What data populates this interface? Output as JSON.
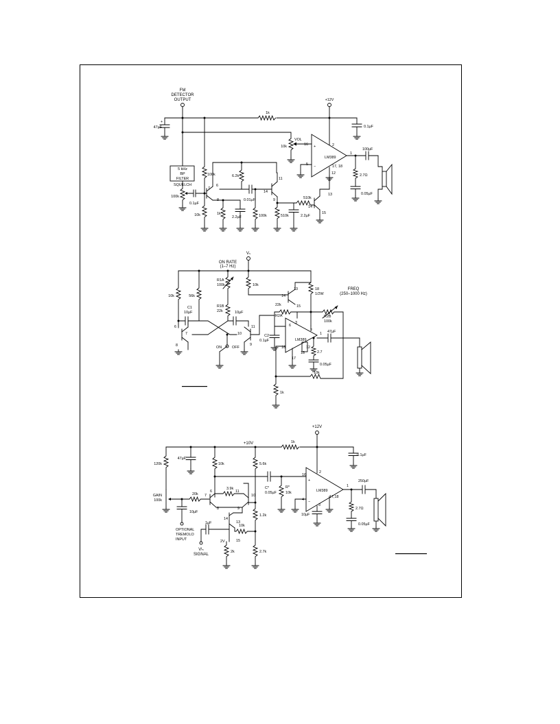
{
  "circuit1": {
    "title_lines": [
      "FM",
      "DETECTOR",
      "OUTPUT"
    ],
    "supply": "+12V",
    "r_feed": "1k",
    "c_in": "47µF",
    "c_supply": "0.1µF",
    "vol_label": "VOL",
    "vol_value": "10k",
    "pin16": "16",
    "pin2": "2",
    "pin1": "1",
    "pin5": "5",
    "pin12": "12",
    "pin13": "13",
    "pin15": "15",
    "chip": "LM389",
    "pins_1718": "17, 18",
    "c_out": "100µF",
    "r_out": "2.7Ω",
    "c_snubber": "0.05µF",
    "filter_lines": [
      "5 kHz",
      "BP",
      "FILTER"
    ],
    "squelch": "SQUELCH",
    "r_squelch": "100k",
    "r_bias": "100k",
    "c_couple": "0.1µF",
    "r_e": "6.2k",
    "pin6": "6",
    "pin7": "7",
    "pin8": "8",
    "pin9": "9",
    "pin11": "11",
    "pin14": "14",
    "c_pump": "0.01µF",
    "r_low": "10k",
    "r_1k": "1k",
    "c_22a": "2.2µF",
    "r_100k_b": "100k",
    "r_510k_a": "510k",
    "r_510k_b": "510k",
    "c_22b": "2.2µF",
    "plus": "+",
    "minus": "−"
  },
  "circuit2": {
    "supply": "Vₛ",
    "rate_lines": [
      "ON RATE",
      "(1–7 Hz)"
    ],
    "r1a_lines": [
      "R1A",
      "100k"
    ],
    "r1b_lines": [
      "R1B",
      "22k"
    ],
    "r_10k_a": "10k",
    "r_56k": "56k",
    "r_10k_b": "10k",
    "r_18": [
      "18",
      "1/2W"
    ],
    "pin13": "13",
    "pin14": "14",
    "pin15": "15",
    "pin7": "7",
    "pin8": "8",
    "pin9": "9",
    "pin10": "10",
    "pin11": "11",
    "pin6": "6",
    "pin3": "3",
    "pin2": "2",
    "pin1": "1",
    "pin16": "16",
    "pin17": "17",
    "pin18": "18",
    "pin12": "12",
    "c1_lines": [
      "C1",
      "10µF"
    ],
    "c_10uf": "10µF",
    "r2a_lines": [
      "22k",
      "R2A"
    ],
    "freq_lines": [
      "FREQ",
      "(250–1000 Hz)"
    ],
    "r2b_lines": [
      "R2B",
      "100k"
    ],
    "chip": "LM389",
    "c2_lines": [
      "C2",
      "0.1µF"
    ],
    "c_47": "47µF",
    "r_27": "2.7",
    "c_005": "0.05µF",
    "r_10k_fb": "10k",
    "r_1k": "1k",
    "on": "ON",
    "off": "OFF"
  },
  "circuit3": {
    "supply_12": "+12V",
    "supply_10": "+10V",
    "r_1k": "1k",
    "c_01": "0.1µF",
    "r_120k": "120k",
    "c_47": "47µF",
    "r_10k_a": "10k",
    "r_56k": "5.6k",
    "gain_lines": [
      "GAIN",
      "100k"
    ],
    "r_20k": "20k",
    "r_39k": "3.9k",
    "c_10_a": "10µF",
    "c_star": "C*",
    "c_005a": "0.05µF",
    "r_star_lines": [
      "R*",
      "10k"
    ],
    "c_10_b": "10µF",
    "chip": "LM389",
    "pins_1718": "17,18",
    "c_250": "250µF",
    "r_27": "2.7Ω",
    "c_005b": "0.05µF",
    "tremolo_lines": [
      "OPTIONAL",
      "TREMOLO",
      "INPUT"
    ],
    "c_1u": "1µF",
    "r_10k_b": "10k",
    "r_12k": "1.2k",
    "r_2k": "2k",
    "r_27k": "2.7k",
    "v2": "2V",
    "vin_lines": [
      "Vᴵₙ",
      "SIGNAL"
    ],
    "pin16": "16",
    "pin2": "2",
    "pin1": "1",
    "pin3": "3",
    "pin4": "4",
    "pin6": "6",
    "pin7": "7",
    "pin8": "8",
    "pin9": "9",
    "pin10": "10",
    "pin11": "11",
    "pin13": "13",
    "pin14": "14",
    "pin15": "15"
  }
}
